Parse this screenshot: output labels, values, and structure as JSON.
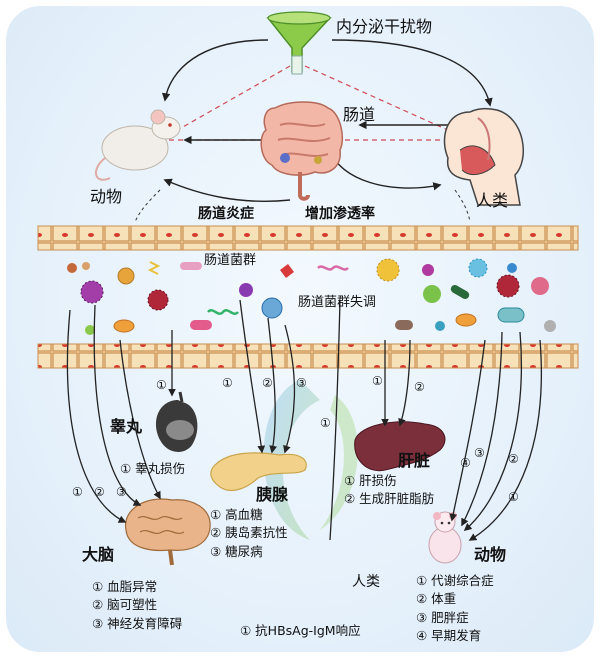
{
  "header": {
    "endocrine": "内分泌干扰物"
  },
  "top": {
    "gut": "肠道",
    "animal": "动物",
    "human": "人类",
    "inflammation": "肠道炎症",
    "permeability": "增加渗透率"
  },
  "microbiota": {
    "flora": "肠道菌群",
    "dysbiosis": "肠道菌群失调"
  },
  "arrows": {
    "n1": "①",
    "n2": "②",
    "n3": "③",
    "n4": "④"
  },
  "testis": {
    "title": "睾丸",
    "effects": [
      "① 睾丸损伤"
    ]
  },
  "pancreas": {
    "title": "胰腺",
    "effects": [
      "① 高血糖",
      "② 胰岛素抗性",
      "③ 糖尿病"
    ]
  },
  "liver": {
    "title": "肝脏",
    "effects": [
      "① 肝损伤",
      "② 生成肝脏脂肪"
    ]
  },
  "brain": {
    "title": "大脑",
    "effects": [
      "① 血脂异常",
      "② 脑可塑性",
      "③ 神经发育障碍"
    ]
  },
  "animal_effects": {
    "title": "动物",
    "effects": [
      "① 代谢综合症",
      "② 体重",
      "③ 肥胖症",
      "④ 早期发育"
    ]
  },
  "human_effects": {
    "title": "人类",
    "effects": [
      "① 抗HBsAg-IgM响应"
    ]
  },
  "colors": {
    "panel": "#e6f1fb",
    "epithelium": "#f7d9a8",
    "cell_border": "#c98f52",
    "nucleus": "#d63a2e",
    "dashed_red": "#cf4a55",
    "funnel": "#7cc242",
    "liver": "#7a2f3a",
    "pancreas": "#f2d28a",
    "brain": "#e9b48a"
  }
}
